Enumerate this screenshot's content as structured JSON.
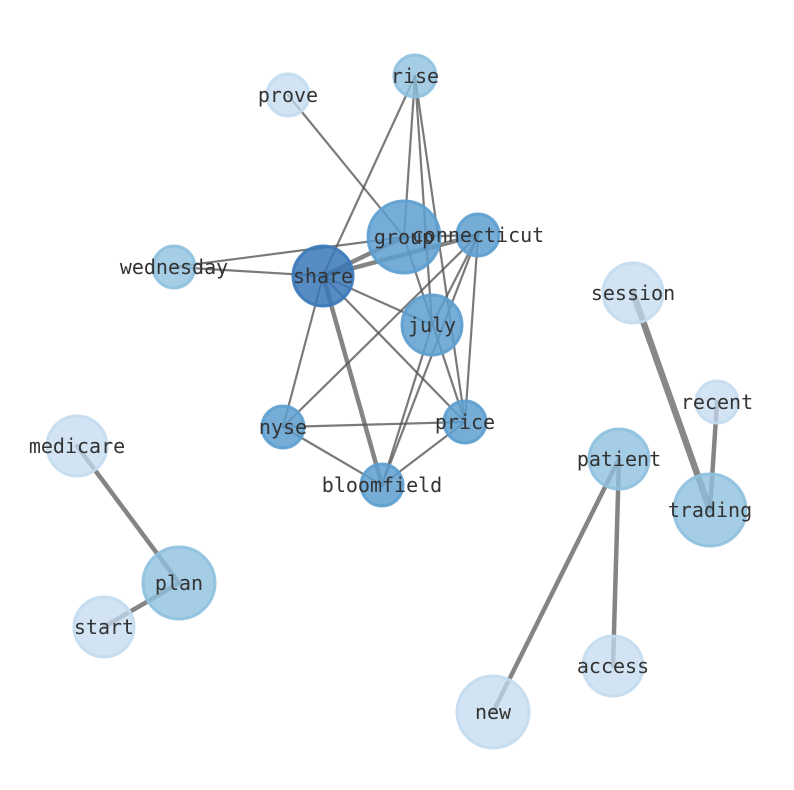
{
  "colors": {
    "dark": "#3a78b8",
    "medium": "#5d9fd0",
    "light": "#8ec1df",
    "pale": "#c3dbf0",
    "edge": "#555555"
  },
  "nodes": [
    {
      "id": "group",
      "label": "group",
      "shade": "medium"
    },
    {
      "id": "connecticut",
      "label": "connecticut",
      "shade": "medium"
    },
    {
      "id": "share",
      "label": "share",
      "shade": "dark"
    },
    {
      "id": "july",
      "label": "july",
      "shade": "medium"
    },
    {
      "id": "price",
      "label": "price",
      "shade": "medium"
    },
    {
      "id": "nyse",
      "label": "nyse",
      "shade": "medium"
    },
    {
      "id": "bloomfield",
      "label": "bloomfield",
      "shade": "medium"
    },
    {
      "id": "rise",
      "label": "rise",
      "shade": "light"
    },
    {
      "id": "prove",
      "label": "prove",
      "shade": "pale"
    },
    {
      "id": "wednesday",
      "label": "wednesday",
      "shade": "light"
    },
    {
      "id": "session",
      "label": "session",
      "shade": "pale"
    },
    {
      "id": "recent",
      "label": "recent",
      "shade": "pale"
    },
    {
      "id": "trading",
      "label": "trading",
      "shade": "light"
    },
    {
      "id": "patient",
      "label": "patient",
      "shade": "light"
    },
    {
      "id": "access",
      "label": "access",
      "shade": "pale"
    },
    {
      "id": "new",
      "label": "new",
      "shade": "pale"
    },
    {
      "id": "medicare",
      "label": "medicare",
      "shade": "pale"
    },
    {
      "id": "plan",
      "label": "plan",
      "shade": "light"
    },
    {
      "id": "start",
      "label": "start",
      "shade": "pale"
    }
  ],
  "edges": [
    {
      "source": "prove",
      "target": "group",
      "weight": 1
    },
    {
      "source": "rise",
      "target": "group",
      "weight": 1
    },
    {
      "source": "rise",
      "target": "share",
      "weight": 1
    },
    {
      "source": "rise",
      "target": "july",
      "weight": 1
    },
    {
      "source": "rise",
      "target": "price",
      "weight": 1
    },
    {
      "source": "wednesday",
      "target": "group",
      "weight": 1
    },
    {
      "source": "wednesday",
      "target": "share",
      "weight": 1
    },
    {
      "source": "share",
      "target": "connecticut",
      "weight": 2
    },
    {
      "source": "share",
      "target": "group",
      "weight": 2
    },
    {
      "source": "share",
      "target": "july",
      "weight": 1
    },
    {
      "source": "share",
      "target": "price",
      "weight": 1
    },
    {
      "source": "share",
      "target": "nyse",
      "weight": 1
    },
    {
      "source": "share",
      "target": "bloomfield",
      "weight": 2
    },
    {
      "source": "group",
      "target": "connecticut",
      "weight": 1
    },
    {
      "source": "group",
      "target": "price",
      "weight": 1
    },
    {
      "source": "connecticut",
      "target": "nyse",
      "weight": 1
    },
    {
      "source": "connecticut",
      "target": "bloomfield",
      "weight": 1
    },
    {
      "source": "connecticut",
      "target": "price",
      "weight": 1
    },
    {
      "source": "connecticut",
      "target": "july",
      "weight": 1
    },
    {
      "source": "july",
      "target": "bloomfield",
      "weight": 1
    },
    {
      "source": "nyse",
      "target": "price",
      "weight": 1
    },
    {
      "source": "nyse",
      "target": "bloomfield",
      "weight": 1
    },
    {
      "source": "price",
      "target": "bloomfield",
      "weight": 1
    },
    {
      "source": "session",
      "target": "trading",
      "weight": 3
    },
    {
      "source": "recent",
      "target": "trading",
      "weight": 2
    },
    {
      "source": "patient",
      "target": "access",
      "weight": 2
    },
    {
      "source": "patient",
      "target": "new",
      "weight": 2
    },
    {
      "source": "medicare",
      "target": "plan",
      "weight": 2
    },
    {
      "source": "plan",
      "target": "start",
      "weight": 2
    }
  ]
}
